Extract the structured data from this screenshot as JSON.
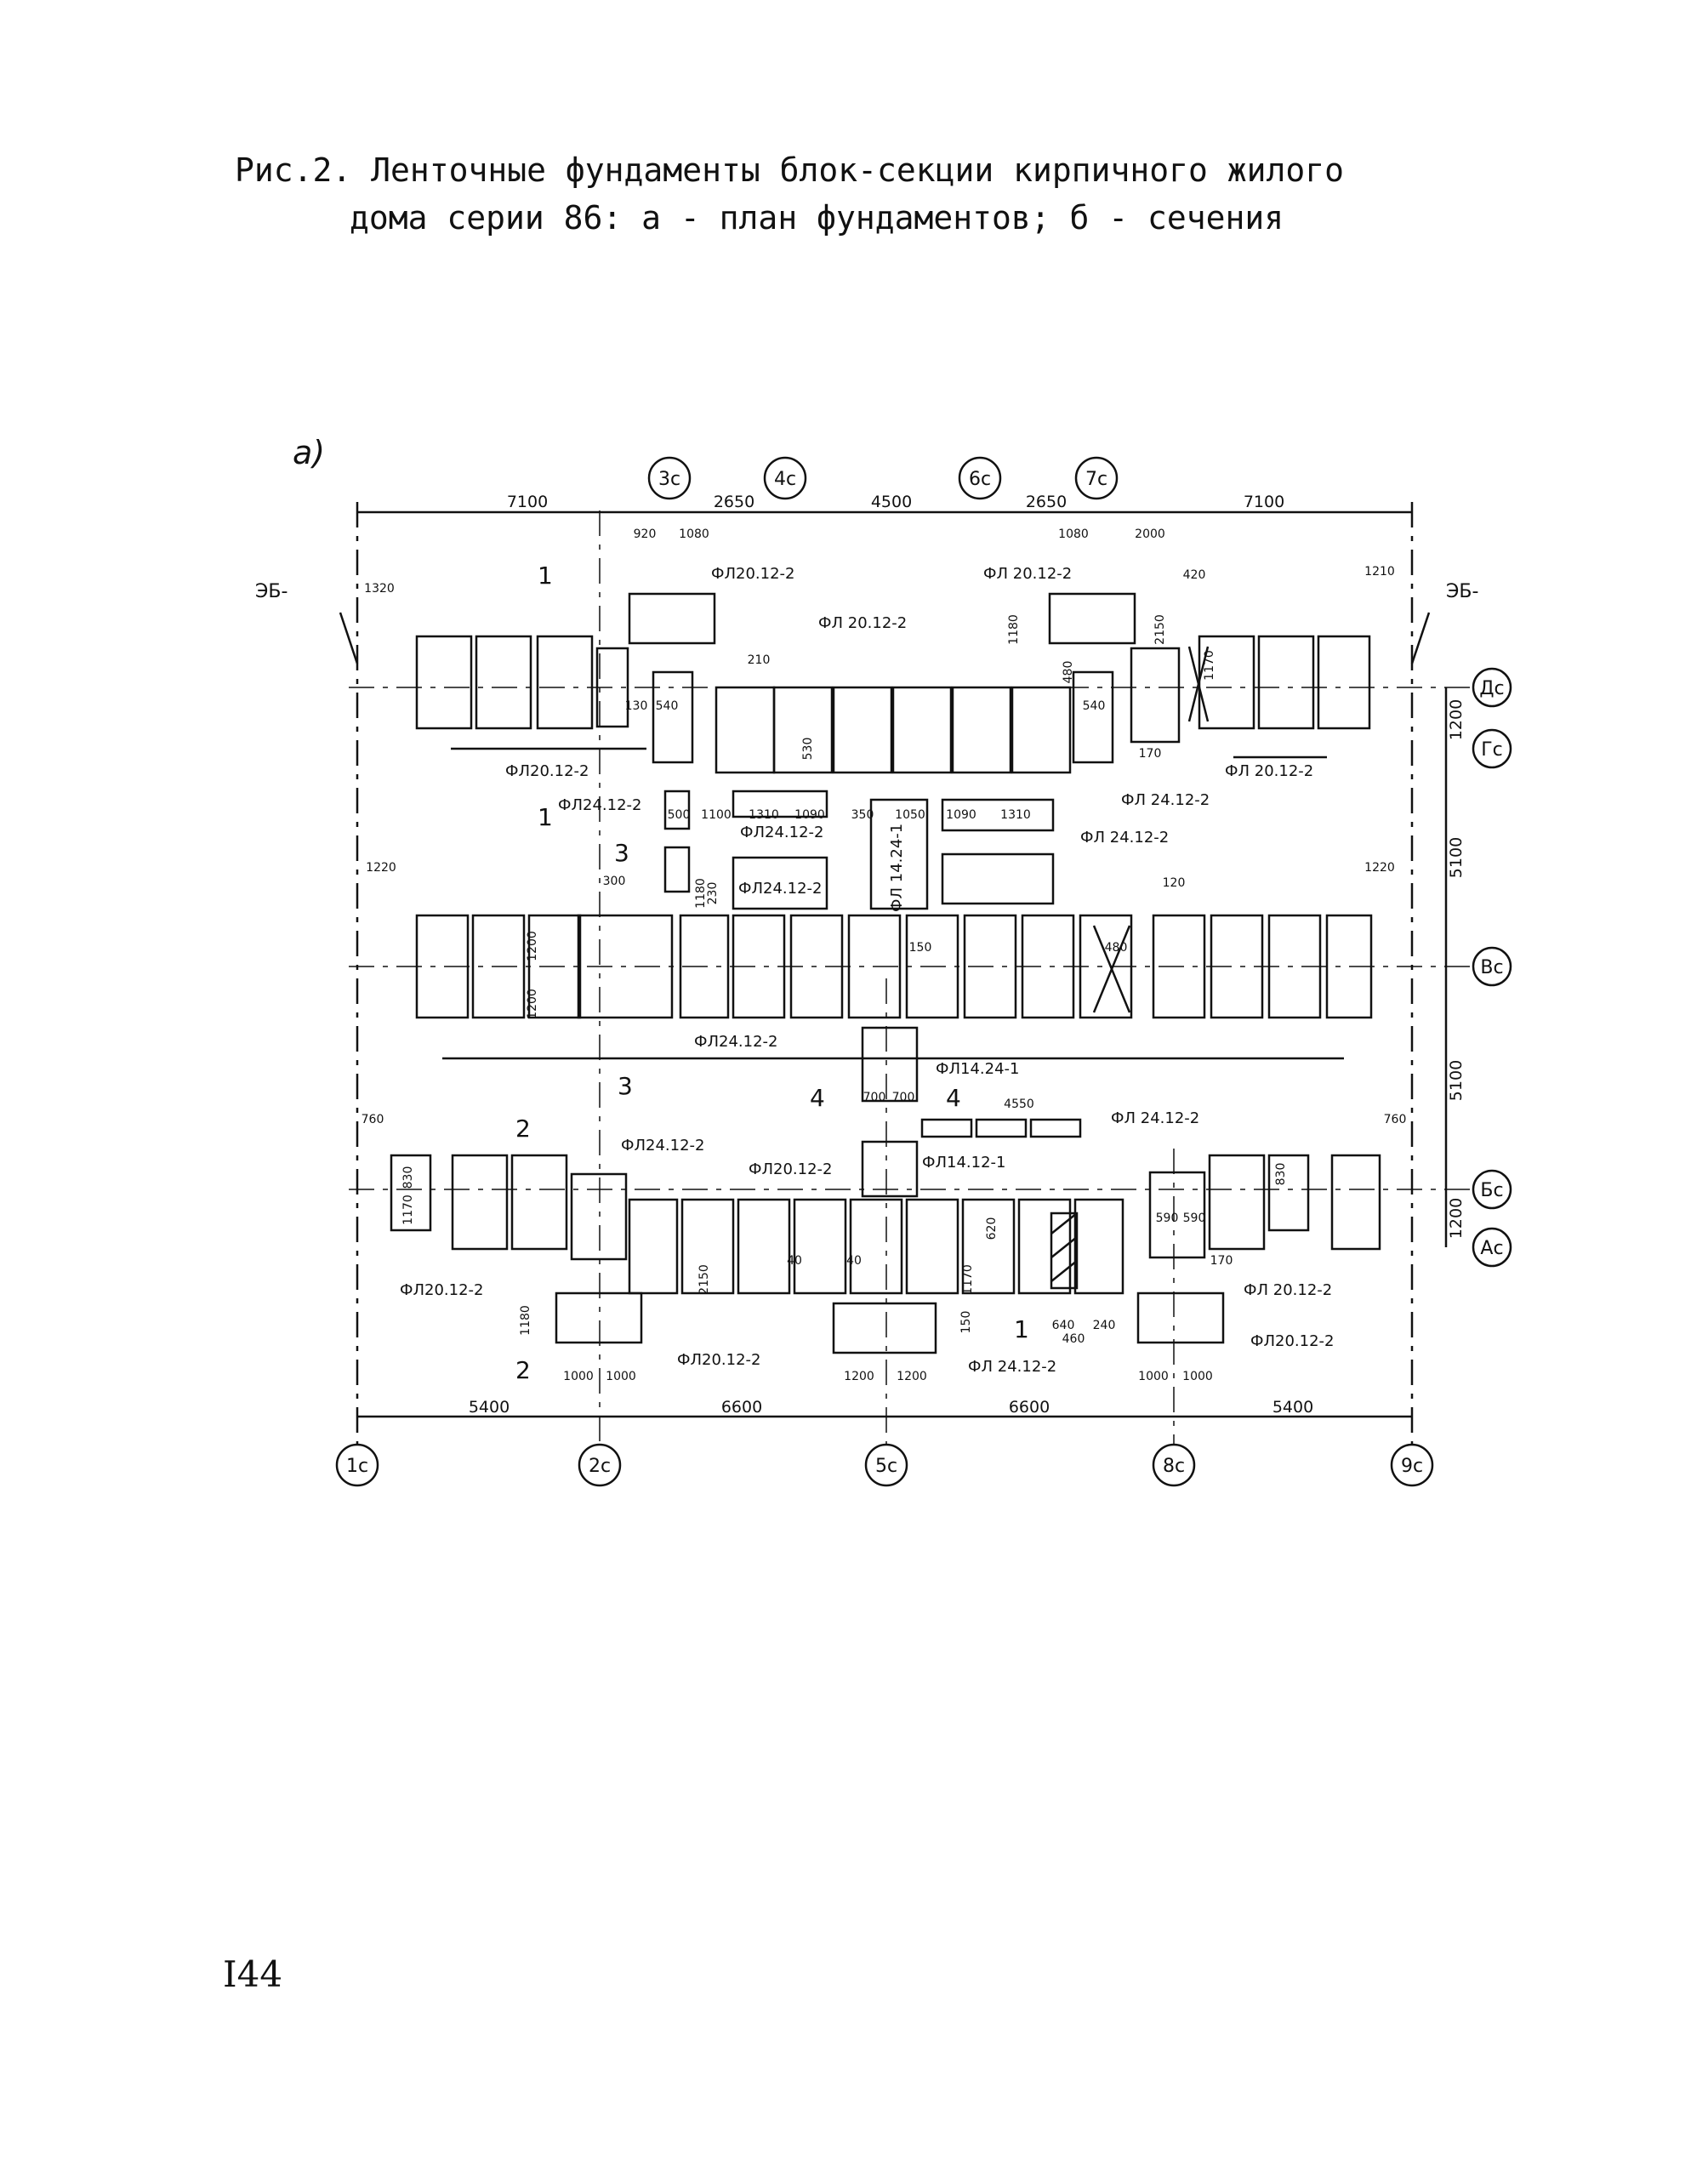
{
  "caption": {
    "line1": "Рис.2. Ленточные фундаменты блок-секции кирпичного жилого",
    "line2": "дома серии 86: а - план фундаментов; б - сечения"
  },
  "drawing": {
    "sub_label": "а)",
    "axes_top": [
      "3с",
      "4с",
      "6с",
      "7с"
    ],
    "axes_bottom": [
      "1с",
      "2с",
      "5с",
      "8с",
      "9с"
    ],
    "axes_right": [
      "Дс",
      "Гс",
      "Вс",
      "Бс",
      "Ас"
    ],
    "top_dims": [
      "7100",
      "2650",
      "4500",
      "2650",
      "7100"
    ],
    "bottom_dims": [
      "5400",
      "6600",
      "6600",
      "5400"
    ],
    "right_dims": [
      "1200",
      "5100",
      "5100",
      "1200"
    ],
    "eb_labels": [
      "ЭБ-",
      "ЭБ-"
    ],
    "section_marks": [
      "1",
      "1",
      "3",
      "3",
      "2",
      "2",
      "4",
      "4",
      "1"
    ],
    "small_dims": [
      "920",
      "1080",
      "1080",
      "2000",
      "1320",
      "1210",
      "1220",
      "1220",
      "760",
      "760",
      "1000",
      "1000",
      "1000",
      "1000",
      "1200",
      "1200",
      "4550",
      "1180",
      "2150",
      "1170",
      "1170",
      "830",
      "830",
      "1200",
      "1200",
      "480",
      "150",
      "120",
      "700",
      "700",
      "1100",
      "1310",
      "1090",
      "1050",
      "1090",
      "1310",
      "350",
      "500",
      "300",
      "230",
      "1180",
      "210",
      "130",
      "540",
      "540",
      "420",
      "640",
      "240",
      "480",
      "590",
      "590",
      "170",
      "170",
      "40",
      "40",
      "2150",
      "1170",
      "1180",
      "150",
      "620",
      "460",
      "530"
    ],
    "block_labels": [
      "ФЛ20.12-2",
      "ФЛ 20.12-2",
      "ФЛ 20.12-2",
      "ФЛ20.12-2",
      "ФЛ 20.12-2",
      "ФЛ24.12-2",
      "ФЛ24.12-2",
      "ФЛ24.12-2",
      "ФЛ 24.12-2",
      "ФЛ 24.12-2",
      "ФЛ 14.24-1",
      "ФЛ24.12-2",
      "ФЛ14.24-1",
      "ФЛ24.12-2",
      "ФЛ20.12-2",
      "ФЛ14.12-1",
      "ФЛ 24.12-2",
      "ФЛ20.12-2",
      "ФЛ 20.12-2",
      "ФЛ 24.12-2",
      "ФЛ20.12-2",
      "ФЛ20.12-2"
    ]
  },
  "page_number": "I44"
}
